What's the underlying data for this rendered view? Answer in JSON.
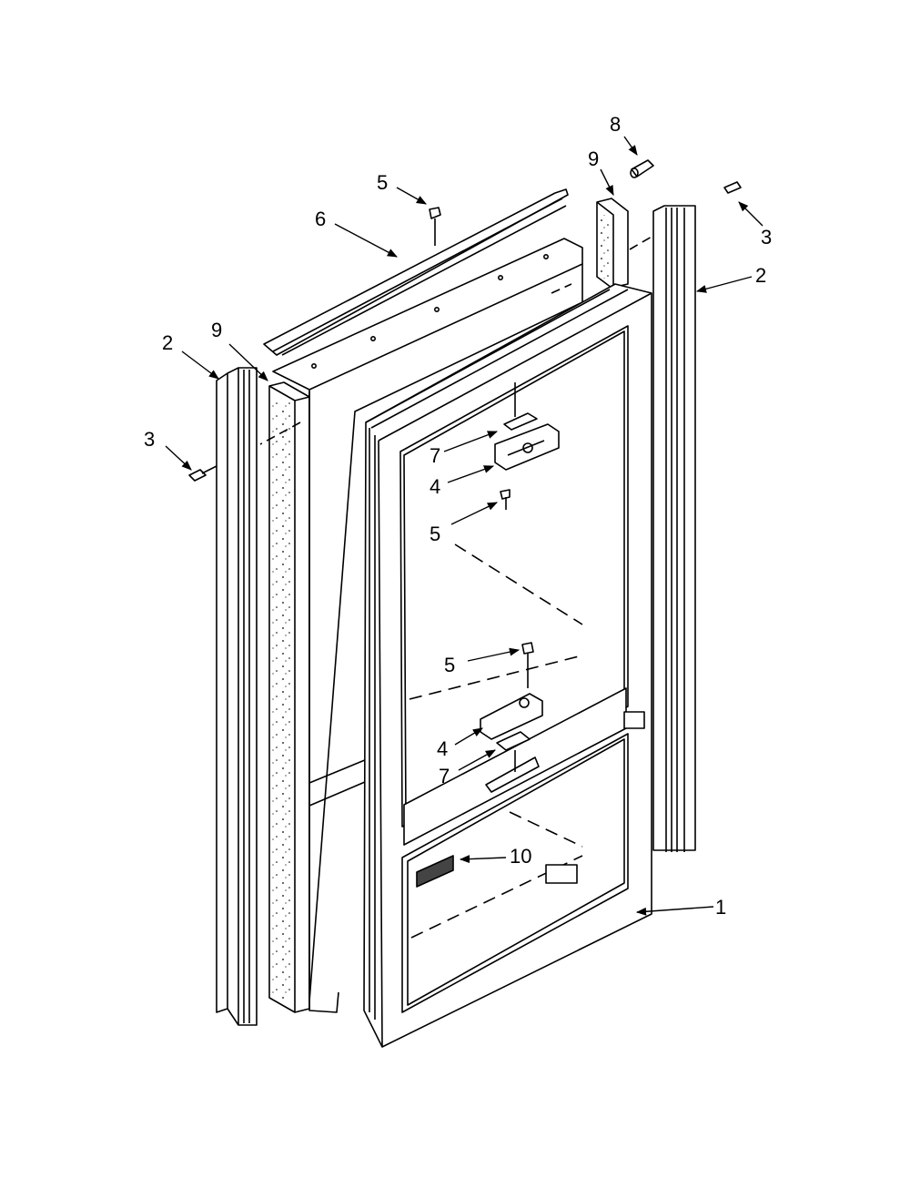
{
  "diagram": {
    "callouts": [
      {
        "id": "c1",
        "label": "1"
      },
      {
        "id": "c2a",
        "label": "2"
      },
      {
        "id": "c2b",
        "label": "2"
      },
      {
        "id": "c3a",
        "label": "3"
      },
      {
        "id": "c3b",
        "label": "3"
      },
      {
        "id": "c4a",
        "label": "4"
      },
      {
        "id": "c4b",
        "label": "4"
      },
      {
        "id": "c5a",
        "label": "5"
      },
      {
        "id": "c5b",
        "label": "5"
      },
      {
        "id": "c5c",
        "label": "5"
      },
      {
        "id": "c6",
        "label": "6"
      },
      {
        "id": "c7a",
        "label": "7"
      },
      {
        "id": "c7b",
        "label": "7"
      },
      {
        "id": "c8",
        "label": "8"
      },
      {
        "id": "c9a",
        "label": "9"
      },
      {
        "id": "c9b",
        "label": "9"
      },
      {
        "id": "c10",
        "label": "10"
      }
    ]
  }
}
